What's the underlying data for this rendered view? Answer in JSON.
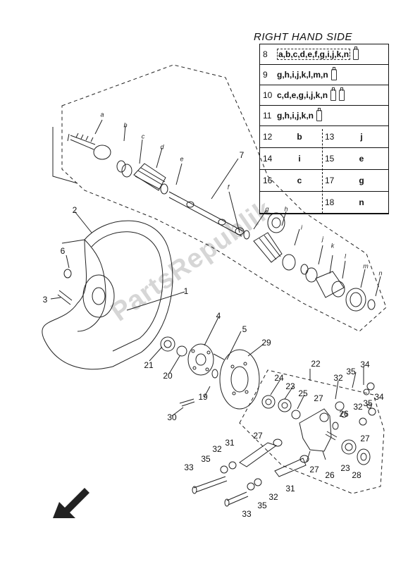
{
  "table": {
    "title": "RIGHT HAND SIDE",
    "rows": [
      {
        "num": "8",
        "letters": "a,b,c,d,e,f,g,i,j,k,n"
      },
      {
        "num": "9",
        "letters": "g,h,i,j,k,l,m,n"
      },
      {
        "num": "10",
        "letters": "c,d,e,g,i,j,k,n"
      },
      {
        "num": "11",
        "letters": "g,h,i,j,k,n"
      }
    ],
    "pairs": [
      {
        "left_num": "12",
        "left_let": "b",
        "right_num": "13",
        "right_let": "j"
      },
      {
        "left_num": "14",
        "left_let": "i",
        "right_num": "15",
        "right_let": "e"
      },
      {
        "left_num": "16",
        "left_let": "c",
        "right_num": "17",
        "right_let": "g"
      },
      {
        "left_num": "",
        "left_let": "",
        "right_num": "18",
        "right_let": "n"
      }
    ]
  },
  "callouts": {
    "n1": "1",
    "n2": "2",
    "n3": "3",
    "n4": "4",
    "n5": "5",
    "n6": "6",
    "n7": "7",
    "n19": "19",
    "n20": "20",
    "n21": "21",
    "n22": "22",
    "n23a": "23",
    "n23b": "23",
    "n24": "24",
    "n25": "25",
    "n26a": "26",
    "n26b": "26",
    "n27a": "27",
    "n27b": "27",
    "n27c": "27",
    "n27d": "27",
    "n28": "28",
    "n29": "29",
    "n30": "30",
    "n31a": "31",
    "n31b": "31",
    "n32a": "32",
    "n32b": "32",
    "n32c": "32",
    "n32d": "32",
    "n33a": "33",
    "n33b": "33",
    "n34a": "34",
    "n34b": "34",
    "n35a": "35",
    "n35b": "35",
    "n35c": "35",
    "n35d": "35"
  },
  "letters": {
    "a": "a",
    "b": "b",
    "c": "c",
    "d": "d",
    "e": "e",
    "f": "f",
    "g": "g",
    "h": "h",
    "i": "i",
    "j": "j",
    "k": "k",
    "l": "l",
    "m": "m",
    "n": "n"
  },
  "watermark": "PartsRepublik",
  "icons": {
    "direction": "front-arrow-icon"
  }
}
